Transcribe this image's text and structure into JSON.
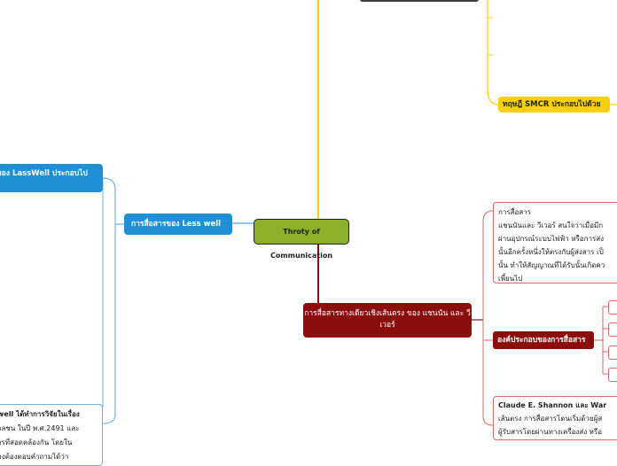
{
  "root": {
    "label": "Throty of Communication"
  },
  "top_branch": {
    "label": ""
  },
  "smcr": {
    "label": "ทฤษฎี SMCR ประกอบไปด้วย"
  },
  "lasswell": {
    "label": "การสื่อสารของ Less well",
    "child_title": "ของ LassWell ประกอบไป",
    "child_text": [
      "well ได้ทำการวิจัยในเรื่อง",
      "วลชน ในปี พ.ศ.2491 และ",
      "ารที่สอดคล้องกัน โดยใน",
      "องต้องตอบคำถามได้ว่า"
    ]
  },
  "shannon": {
    "label": "การสื่อสารทางเดียวเชิงเส้นตรง ของ แชนนัน และ วีเวอร์",
    "definition": {
      "lines": [
        "การสื่อสาร",
        "แชนนันและ วีเวอร์ สนใจว่าเมื่อมีก",
        "ผ่านอุปกรณ์ระบบไฟฟ้า หรือการส่ง",
        "นั้นอีกครั้งหนึ่งให้ตรงกับผู้ส่งสาร เป็",
        "นั้น ทำให้สัญญาณที่ได้รับนั้นเกิดคว",
        "เพี้ยนไป"
      ]
    },
    "components": {
      "label": "องค์ประกอบของการสื่อสาร"
    },
    "origin": {
      "lines": [
        "Claude E. Shannon และ War",
        "เส้นตรง การสื่อสารโดนเริ่มด้วยผู้ส",
        "ผู้รับสารโดยผ่านทางเครื่องส่ง หรือ"
      ]
    }
  },
  "colors": {
    "root": "#8db02b",
    "yellow": "#f7d200",
    "blue": "#1f8fd7",
    "red": "#8b0e0e"
  }
}
